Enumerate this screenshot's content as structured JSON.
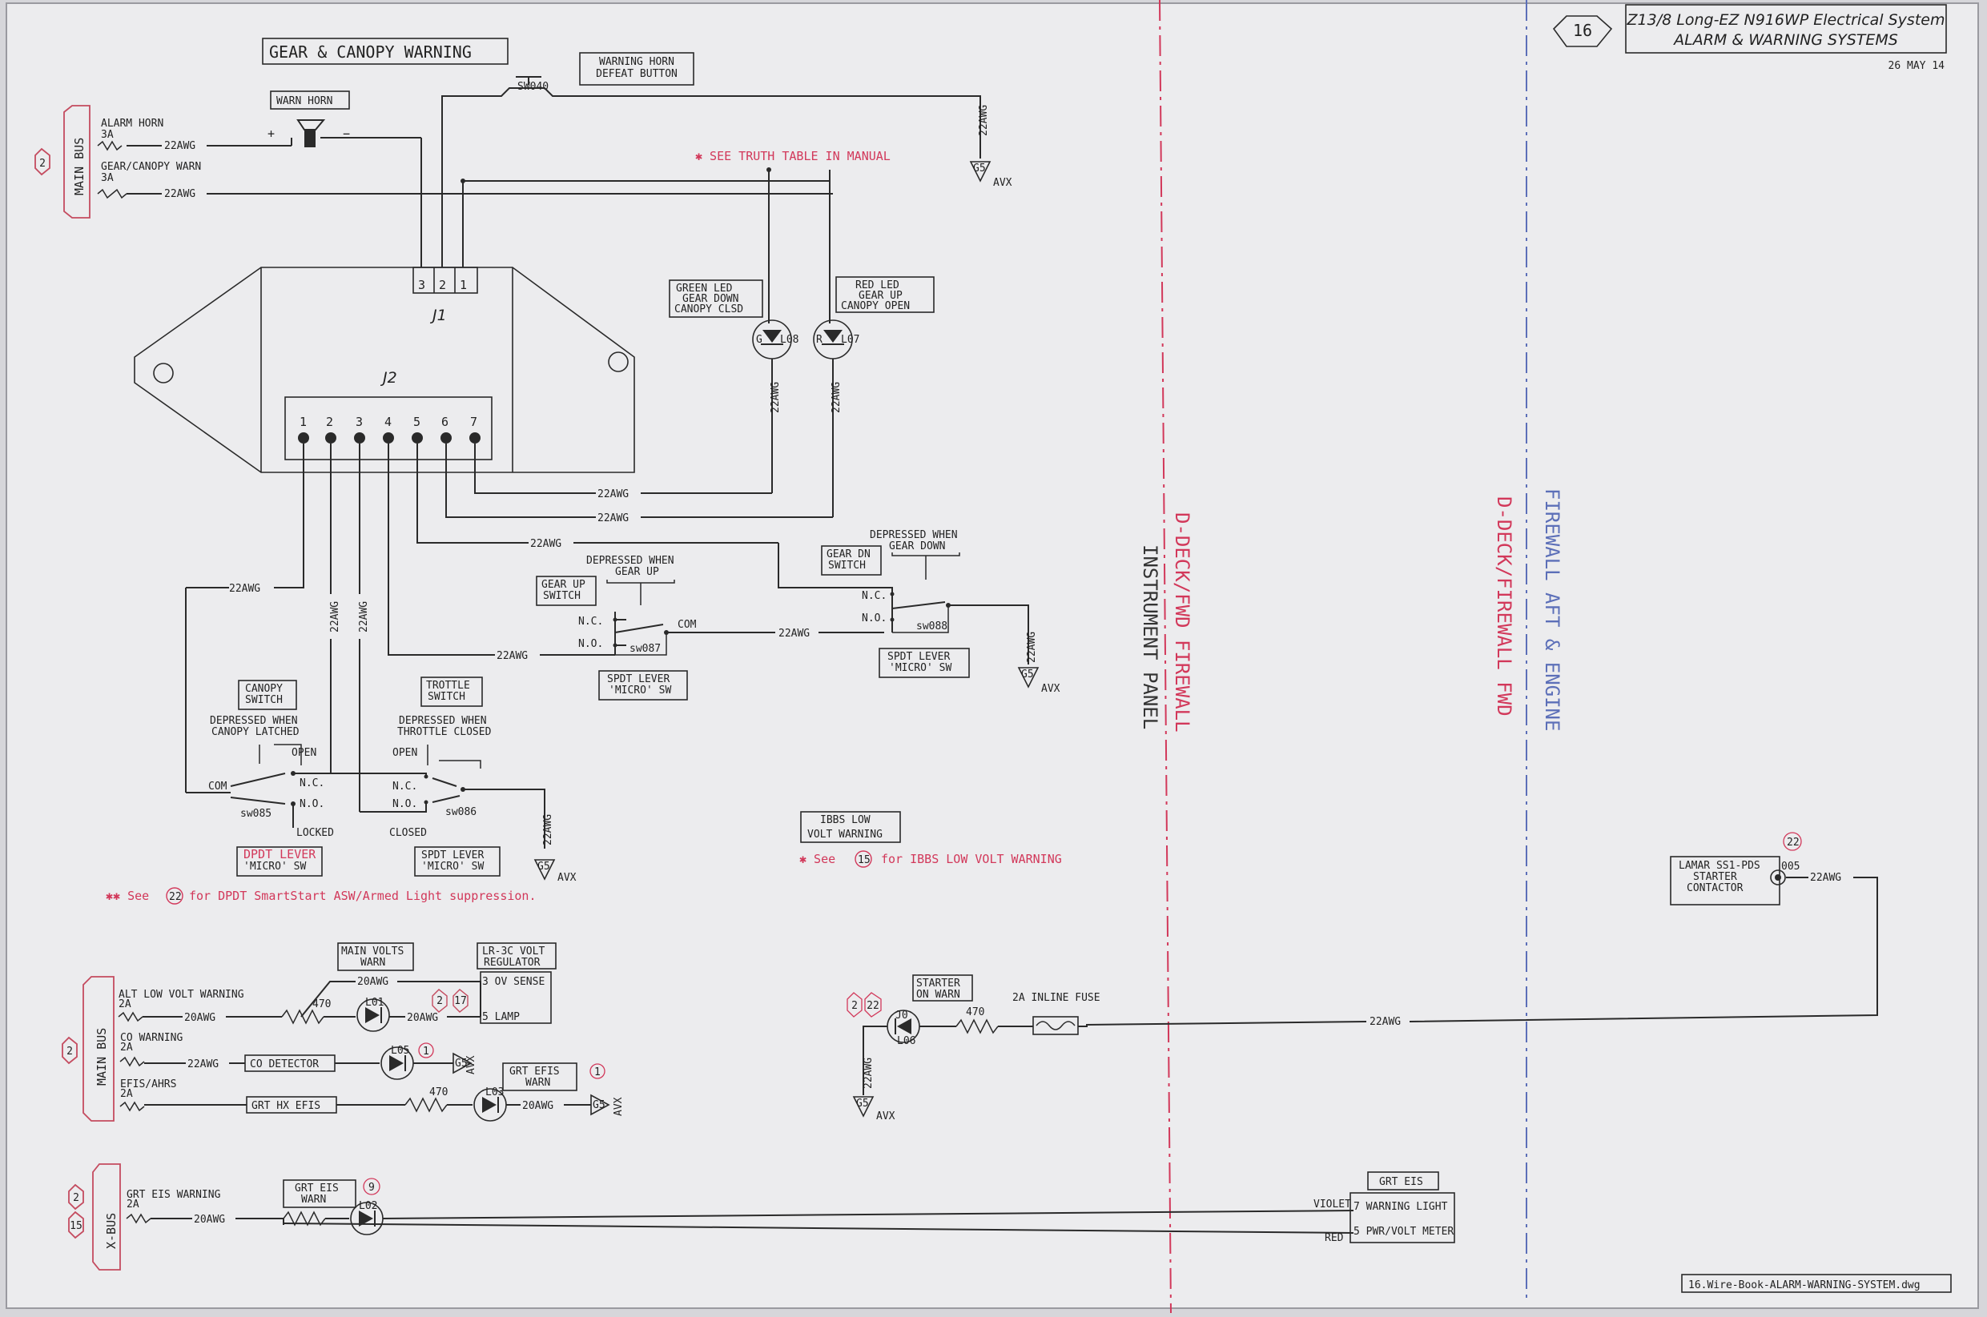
{
  "title_block": {
    "sheet_number": "16",
    "title_line1": "Z13/8 Long-EZ N916WP Electrical System",
    "title_line2": "ALARM & WARNING SYSTEMS",
    "date": "26 MAY 14",
    "filename": "16.Wire-Book-ALARM-WARNING-SYSTEM.dwg"
  },
  "zones": {
    "instrument_panel_a": "D-DECK/FWD FIREWALL",
    "instrument_panel_b": "INSTRUMENT PANEL",
    "firewall_a": "D-DECK/FIREWALL FWD",
    "firewall_b": "FIREWALL AFT & ENGINE"
  },
  "gear_canopy": {
    "heading": "GEAR & CANOPY WARNING",
    "main_bus": "MAIN BUS",
    "ref2": "2",
    "alarm_horn": "ALARM HORN",
    "alarm_horn_amps": "3A",
    "gear_canopy_warn": "GEAR/CANOPY WARN",
    "gear_canopy_amps": "3A",
    "warn_horn_label": "WARN HORN",
    "plus": "+",
    "minus": "−",
    "defeat_line1": "WARNING HORN",
    "defeat_line2": "DEFEAT BUTTON",
    "defeat_sw": "SW040",
    "truth_table_note": "✱ SEE TRUTH TABLE IN MANUAL",
    "awg22": "22AWG",
    "gs_avx": "AVX",
    "gs": "G5",
    "j1": "J1",
    "j2": "J2",
    "j1_pins": [
      "3",
      "2",
      "1"
    ],
    "j2_pins": [
      "1",
      "2",
      "3",
      "4",
      "5",
      "6",
      "7"
    ],
    "green_led_line1": "GREEN LED",
    "green_led_line2": "GEAR DOWN",
    "green_led_line3": "CANOPY CLSD",
    "green_led_mark": "G",
    "green_led_id": "L08",
    "red_led_line1": "RED LED",
    "red_led_line2": "GEAR UP",
    "red_led_line3": "CANOPY OPEN",
    "red_led_mark": "R",
    "red_led_id": "L07"
  },
  "switches": {
    "gear_up_box1": "GEAR UP",
    "gear_up_box2": "SWITCH",
    "gear_up_note1": "DEPRESSED WHEN",
    "gear_up_note2": "GEAR UP",
    "gear_up_id": "sw087",
    "gear_dn_box1": "GEAR DN",
    "gear_dn_box2": "SWITCH",
    "gear_dn_note1": "DEPRESSED WHEN",
    "gear_dn_note2": "GEAR DOWN",
    "gear_dn_id": "sw088",
    "nc": "N.C.",
    "no": "N.O.",
    "com": "COM",
    "spdt_line1": "SPDT LEVER",
    "spdt_line2": "'MICRO' SW",
    "canopy_box1": "CANOPY",
    "canopy_box2": "SWITCH",
    "canopy_note1": "DEPRESSED WHEN",
    "canopy_note2": "CANOPY LATCHED",
    "canopy_id": "sw085",
    "open": "OPEN",
    "locked": "LOCKED",
    "dpdt_line1": "DPDT LEVER",
    "dpdt_line2": "'MICRO' SW",
    "throttle_box1": "TROTTLE",
    "throttle_box2": "SWITCH",
    "throttle_note1": "DEPRESSED WHEN",
    "throttle_note2": "THROTTLE CLOSED",
    "throttle_id": "sw086",
    "closed": "CLOSED",
    "smartstart_note_a": "✱✱ See",
    "smartstart_ref": "22",
    "smartstart_note_b": "for DPDT SmartStart ASW/Armed Light suppression.",
    "ibbs_line1": "IBBS LOW",
    "ibbs_line2": "VOLT WARNING",
    "ibbs_note_a": "✱ See",
    "ibbs_ref": "15",
    "ibbs_note_b": "for IBBS LOW VOLT WARNING"
  },
  "low_volt": {
    "main_bus": "MAIN BUS",
    "ref2": "2",
    "alt_low": "ALT LOW VOLT WARNING",
    "alt_amps": "2A",
    "co_warning": "CO WARNING",
    "co_amps": "2A",
    "efis_ahrs": "EFIS/AHRS",
    "efis_amps": "2A",
    "awg20": "20AWG",
    "awg22": "22AWG",
    "main_volts_line1": "MAIN VOLTS",
    "main_volts_line2": "WARN",
    "lr3c_line1": "LR-3C VOLT",
    "lr3c_line2": "REGULATOR",
    "ov_sense": "3 OV SENSE",
    "lamp": "5 LAMP",
    "ref17": "17",
    "r470": "470",
    "led_l01": "L01",
    "led_l05": "L05",
    "led_l03": "L03",
    "co_detector": "CO DETECTOR",
    "ref1": "1",
    "grt_hx_efis": "GRT HX EFIS",
    "grt_efis_warn1": "GRT EFIS",
    "grt_efis_warn2": "WARN",
    "avx": "AVX",
    "gs": "G5"
  },
  "xbus": {
    "label": "X-BUS",
    "ref2": "2",
    "ref15": "15",
    "grt_eis_warning": "GRT EIS WARNING",
    "amps": "2A",
    "awg20": "20AWG",
    "warn_line1": "GRT EIS",
    "warn_line2": "WARN",
    "ref9": "9",
    "led_id": "L02",
    "grt_eis": "GRT EIS",
    "pin7": "7 WARNING LIGHT",
    "pin5": "5 PWR/VOLT METER",
    "violet": "VIOLET",
    "red": "RED"
  },
  "starter": {
    "lamar_line1": "LAMAR SS1-PDS",
    "lamar_line2": "STARTER",
    "lamar_line3": "CONTACTOR",
    "ref22": "22",
    "pin_id": "005",
    "awg22": "22AWG",
    "warn_line1": "STARTER",
    "warn_line2": "ON WARN",
    "ref2": "2",
    "ref22b": "22",
    "led_id": "L06",
    "led_mark": "J0",
    "r470": "470",
    "fuse": "2A INLINE FUSE",
    "avx": "AVX",
    "gs": "G5"
  },
  "colors": {
    "accent_red": "#d2385a",
    "firewall_blue": "#5c6fb8",
    "ink": "#2a2a2a",
    "paper": "#ececee"
  }
}
